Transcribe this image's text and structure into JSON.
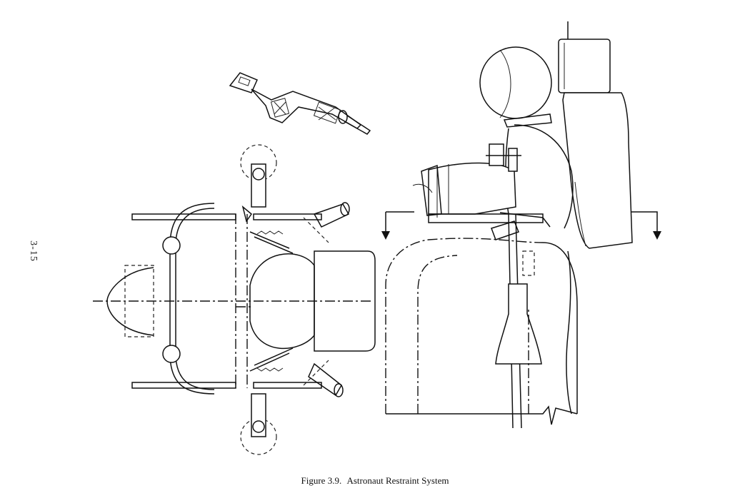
{
  "page": {
    "page_number": "3-15",
    "caption_label": "Figure 3.9.",
    "caption_title": "Astronaut Restraint System"
  }
}
